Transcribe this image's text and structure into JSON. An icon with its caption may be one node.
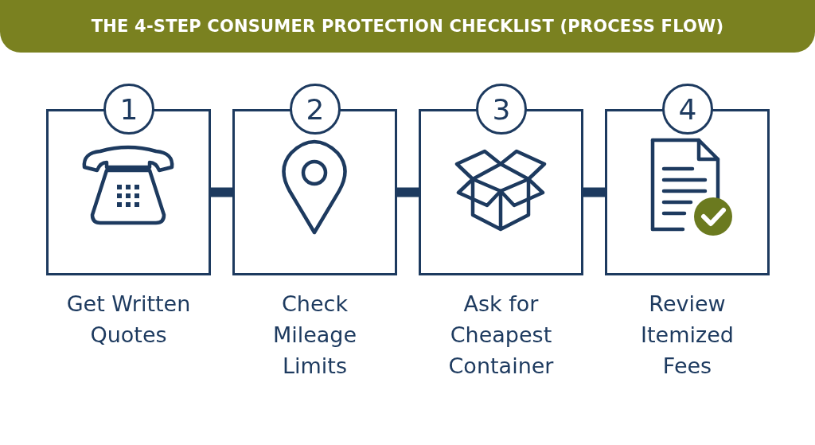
{
  "diagram": {
    "title": "THE 4-STEP CONSUMER PROTECTION CHECKLIST (PROCESS FLOW)",
    "nodes": [
      {
        "text": [
          "1",
          "Get Written Quotes"
        ]
      },
      {
        "text": [
          "2",
          "Check Mileage Limits"
        ]
      },
      {
        "text": [
          "3",
          "Ask for Cheapest Container"
        ]
      },
      {
        "text": [
          "4",
          "Review Itemized Fees"
        ]
      }
    ],
    "edges": [
      {
        "from": 0,
        "to": 1,
        "arrow": "none"
      },
      {
        "from": 1,
        "to": 2,
        "arrow": "none"
      },
      {
        "from": 2,
        "to": 3,
        "arrow": "none"
      }
    ]
  }
}
